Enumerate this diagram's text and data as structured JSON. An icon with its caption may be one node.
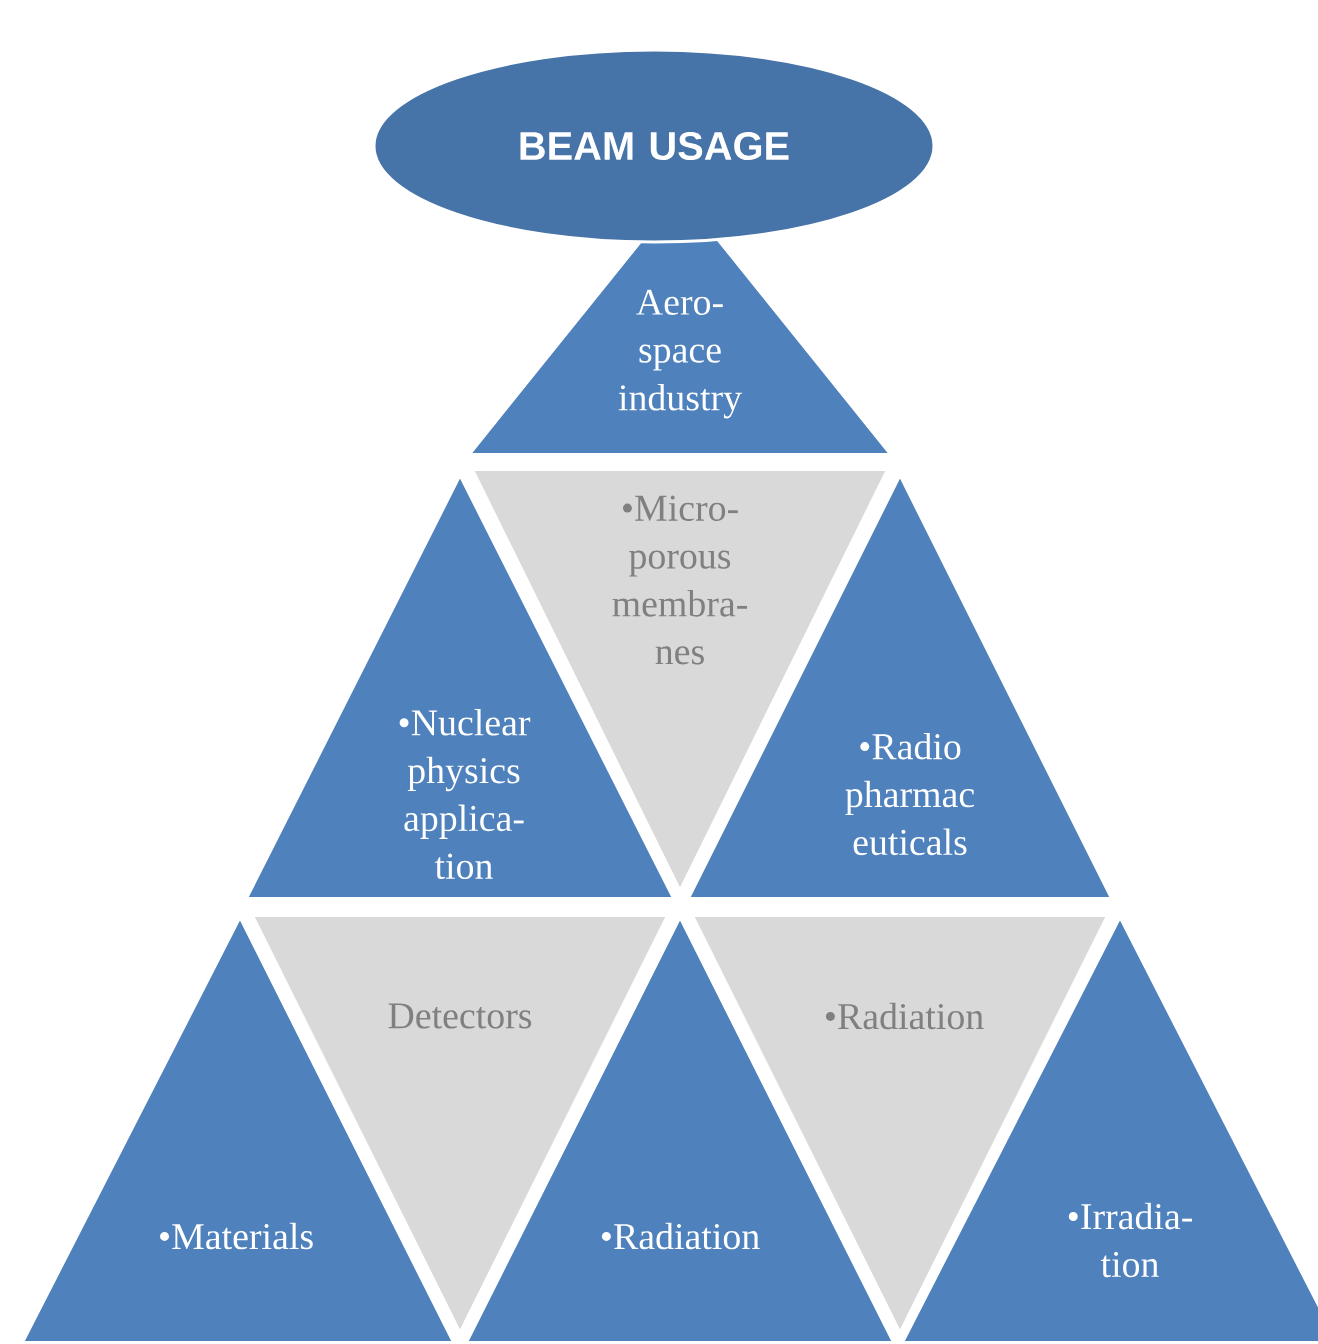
{
  "diagram": {
    "nodes": [
      {
        "text": [
          "BEAM USAGE"
        ]
      },
      {
        "text": [
          "Aero- space industry"
        ]
      },
      {
        "text": [
          "•Nuclear physics applica- tion"
        ]
      },
      {
        "text": [
          "•Micro- porous membra- nes"
        ]
      },
      {
        "text": [
          "•Radio pharmac euticals"
        ]
      },
      {
        "text": [
          "Detectors"
        ]
      },
      {
        "text": [
          "•Radiation"
        ]
      },
      {
        "text": [
          "•Materials"
        ]
      },
      {
        "text": [
          "•Radiation"
        ]
      },
      {
        "text": [
          "•Irradia- tion"
        ]
      }
    ]
  }
}
